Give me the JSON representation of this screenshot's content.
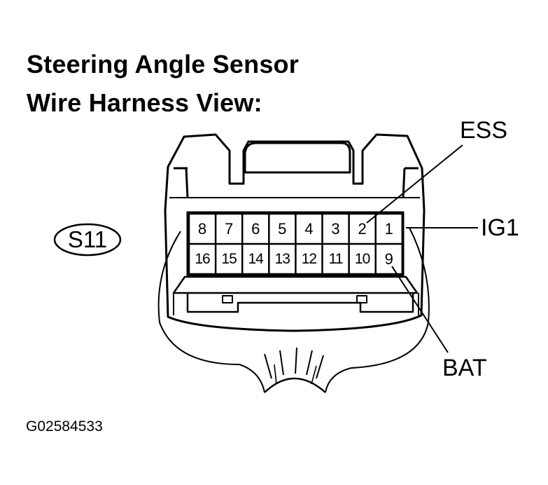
{
  "title": {
    "line1": "Steering Angle Sensor",
    "line2": "Wire Harness View:"
  },
  "connector_id": "S11",
  "terminals": {
    "top_row": [
      "8",
      "7",
      "6",
      "5",
      "4",
      "3",
      "2",
      "1"
    ],
    "bottom_row": [
      "16",
      "15",
      "14",
      "13",
      "12",
      "11",
      "10",
      "9"
    ]
  },
  "callouts": {
    "ess": {
      "label": "ESS",
      "terminal": "2"
    },
    "ig1": {
      "label": "IG1",
      "terminal": "1"
    },
    "bat": {
      "label": "BAT",
      "terminal": "9"
    }
  },
  "figure_code": "G02584533"
}
